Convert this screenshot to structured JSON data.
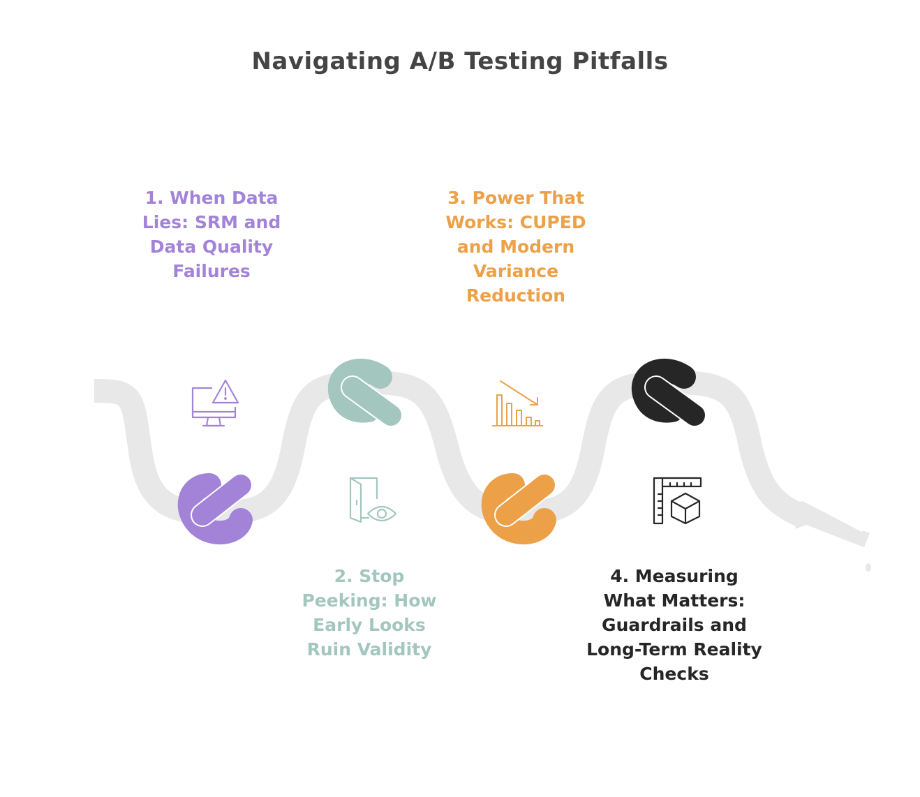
{
  "title": "Navigating A/B Testing Pitfalls",
  "colors": {
    "title": "#444444",
    "pipe": "#e8e8e8",
    "step1": "#a383d8",
    "step2": "#a3c6bf",
    "step3": "#eca048",
    "step4": "#262626"
  },
  "steps": [
    {
      "number": 1,
      "lines": [
        "1. When Data",
        "Lies: SRM and",
        "Data Quality",
        "Failures"
      ],
      "icon": "monitor-warning-icon",
      "color": "#a383d8"
    },
    {
      "number": 2,
      "lines": [
        "2. Stop",
        "Peeking: How",
        "Early Looks",
        "Ruin Validity"
      ],
      "icon": "door-eye-icon",
      "color": "#a3c6bf"
    },
    {
      "number": 3,
      "lines": [
        "3. Power That",
        "Works: CUPED",
        "and Modern",
        "Variance",
        "Reduction"
      ],
      "icon": "declining-bar-chart-icon",
      "color": "#eca048"
    },
    {
      "number": 4,
      "lines": [
        "4. Measuring",
        "What Matters:",
        "Guardrails and",
        "Long-Term Reality",
        "Checks"
      ],
      "icon": "ruler-cube-icon",
      "color": "#262626"
    }
  ]
}
